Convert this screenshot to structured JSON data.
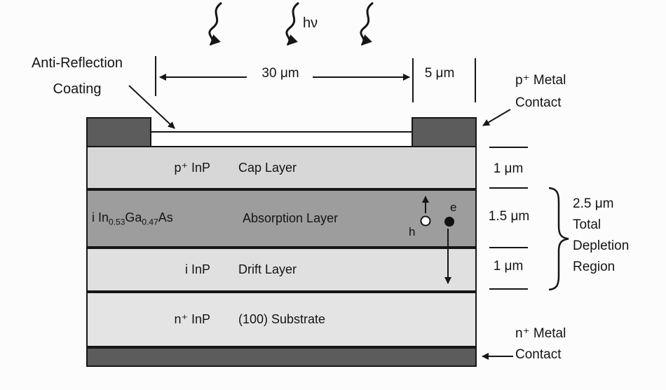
{
  "colors": {
    "metal_contact": "#5c5c5c",
    "cap_layer": "#d7d7d7",
    "absorption_layer": "#9d9d9d",
    "drift_layer": "#e0e0e0",
    "substrate_layer": "#e4e4e4",
    "arc_strip": "#ffffff",
    "line": "#161616",
    "hole_fill": "#ffffff",
    "electron_fill": "#111111"
  },
  "photon": {
    "label": "hν"
  },
  "annotations": {
    "anti_reflection": {
      "line1": "Anti-Reflection",
      "line2": "Coating"
    },
    "p_metal_contact": {
      "line1": "p⁺ Metal",
      "line2": "Contact"
    },
    "n_metal_contact": {
      "line1": "n⁺ Metal",
      "line2": "Contact"
    },
    "depletion_region": {
      "line1": "2.5 μm",
      "line2": "Total",
      "line3": "Depletion",
      "line4": "Region"
    }
  },
  "dimensions": {
    "mesa_width": "30 μm",
    "contact_width": "5 μm",
    "cap_thickness": "1 μm",
    "absorption_thickness": "1.5 μm",
    "drift_thickness": "1 μm"
  },
  "layers": {
    "cap": {
      "material": "p⁺ InP",
      "name": "Cap Layer"
    },
    "absorption": {
      "material_parts": [
        "i In",
        "0.53",
        "Ga",
        "0.47",
        "As"
      ],
      "name": "Absorption Layer"
    },
    "drift": {
      "material": "i InP",
      "name": "Drift Layer"
    },
    "substrate": {
      "material": "n⁺ InP",
      "name": "(100) Substrate"
    }
  },
  "carriers": {
    "hole": "h",
    "electron": "e"
  }
}
